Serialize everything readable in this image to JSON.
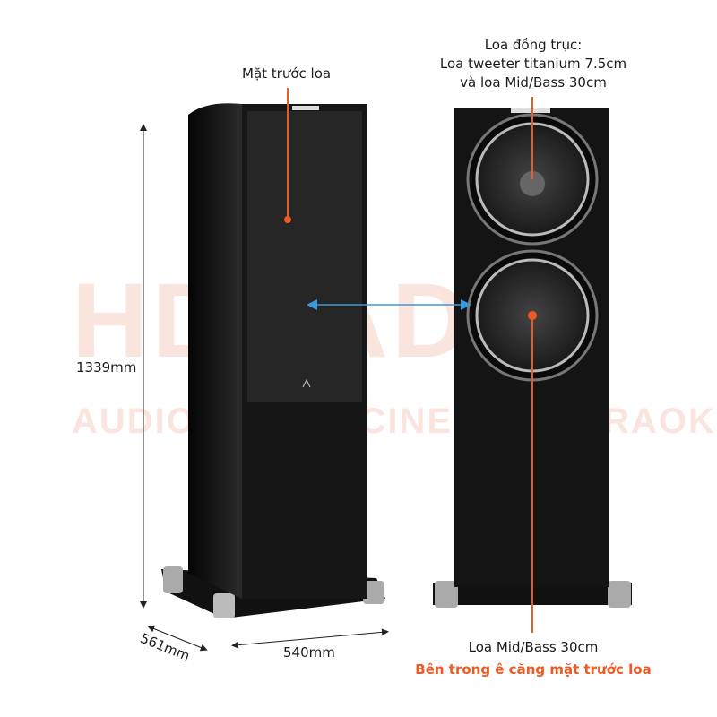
{
  "watermark": {
    "logo": "HDRADIO",
    "tagline": "AUDIO - HOME CINEMA - KARAOKE"
  },
  "labels": {
    "front_panel": "Mặt trước loa",
    "coaxial": [
      "Loa đồng trục:",
      "Loa tweeter titanium 7.5cm",
      "và loa Mid/Bass 30cm"
    ],
    "midbass": "Loa Mid/Bass 30cm",
    "note": "Bên trong ê căng mặt trước loa"
  },
  "dimensions": {
    "height": "1339mm",
    "depth": "561mm",
    "width": "540mm"
  },
  "colors": {
    "accent": "#f05a22",
    "arrow": "#3a9ad9",
    "cabinet": "#141414"
  }
}
